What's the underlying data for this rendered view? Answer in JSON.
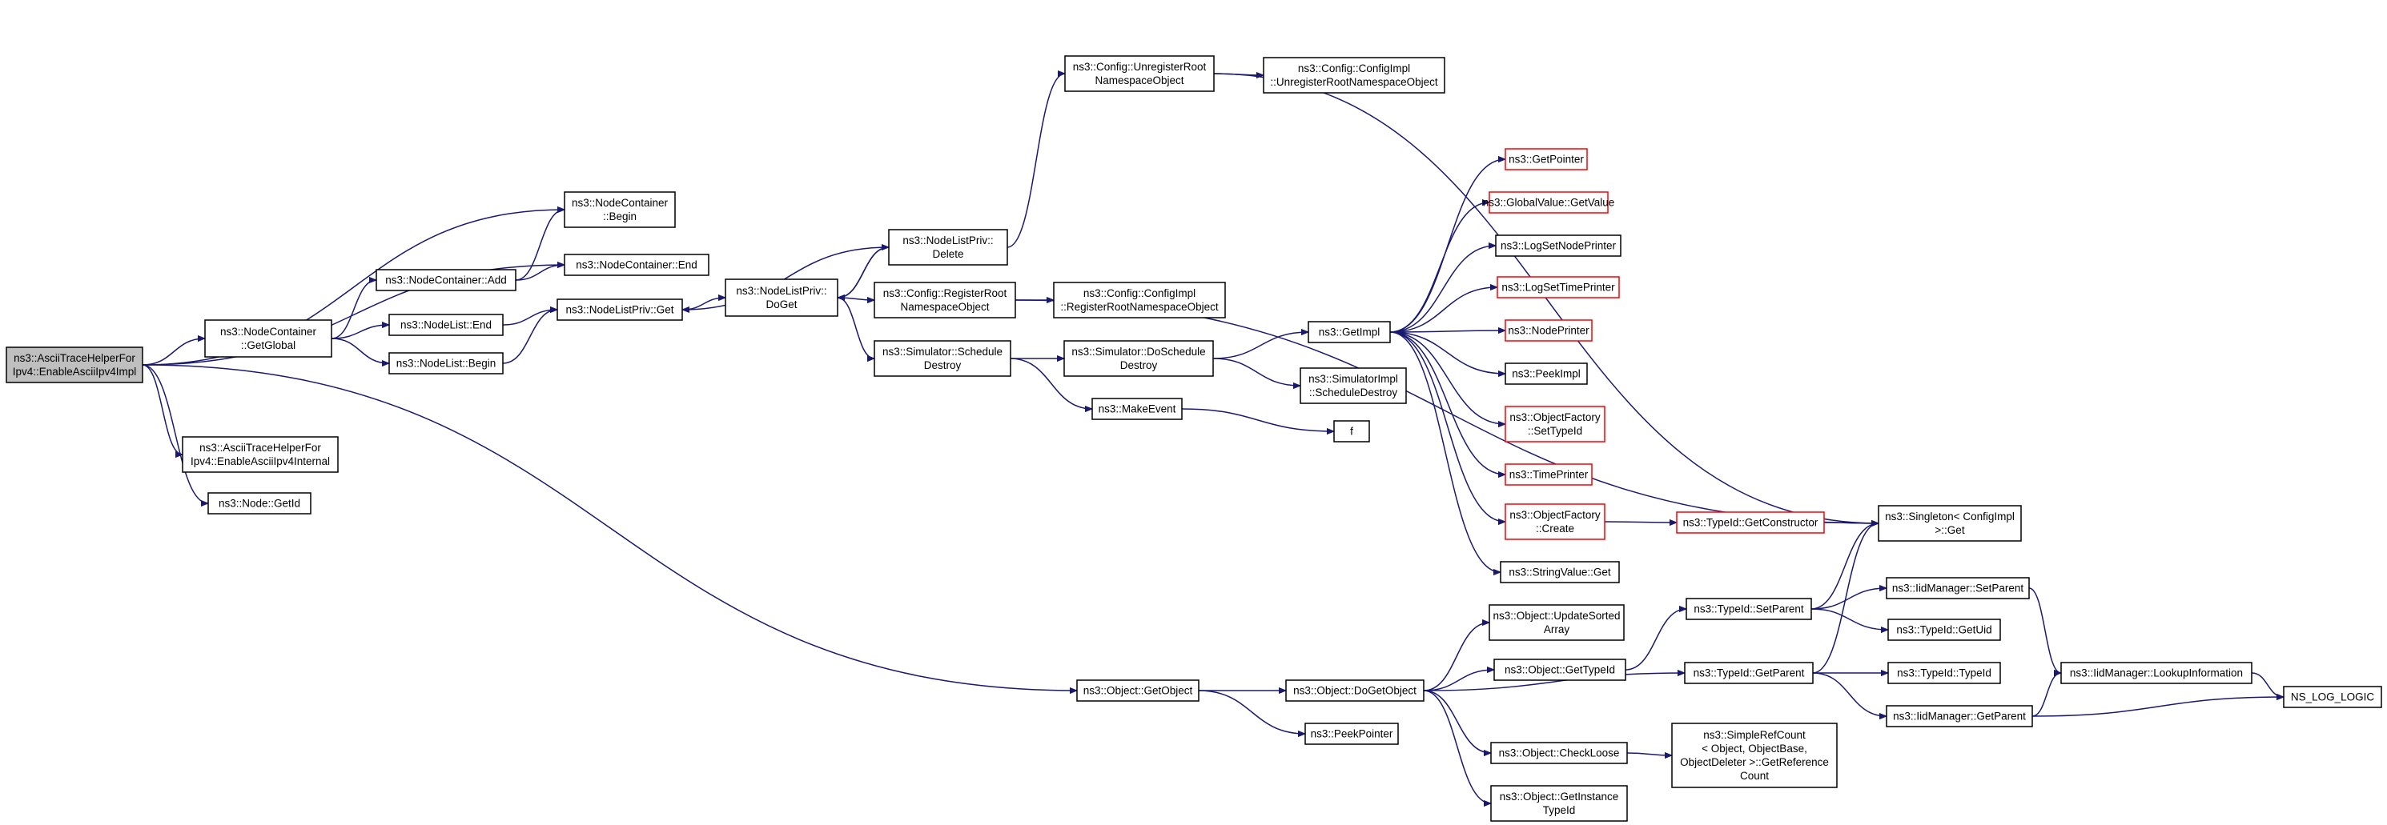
{
  "nodes": [
    {
      "id": "root",
      "lines": [
        "ns3::AsciiTraceHelperFor",
        "Ipv4::EnableAsciiIpv4Impl"
      ],
      "kind": "root"
    },
    {
      "id": "getGlobal",
      "lines": [
        "ns3::NodeContainer",
        "::GetGlobal"
      ]
    },
    {
      "id": "ncBegin",
      "lines": [
        "ns3::NodeContainer",
        "::Begin"
      ]
    },
    {
      "id": "ncEnd",
      "lines": [
        "ns3::NodeContainer::End"
      ]
    },
    {
      "id": "ncAdd",
      "lines": [
        "ns3::NodeContainer::Add"
      ]
    },
    {
      "id": "nlEnd",
      "lines": [
        "ns3::NodeList::End"
      ]
    },
    {
      "id": "nlBegin",
      "lines": [
        "ns3::NodeList::Begin"
      ]
    },
    {
      "id": "nlpGet",
      "lines": [
        "ns3::NodeListPriv::Get"
      ]
    },
    {
      "id": "nlpDoGet",
      "lines": [
        "ns3::NodeListPriv::",
        "DoGet"
      ]
    },
    {
      "id": "nlpDelete",
      "lines": [
        "ns3::NodeListPriv::",
        "Delete"
      ]
    },
    {
      "id": "cfgUnreg",
      "lines": [
        "ns3::Config::UnregisterRoot",
        "NamespaceObject"
      ]
    },
    {
      "id": "cfgImplUnreg",
      "lines": [
        "ns3::Config::ConfigImpl",
        "::UnregisterRootNamespaceObject"
      ]
    },
    {
      "id": "cfgReg",
      "lines": [
        "ns3::Config::RegisterRoot",
        "NamespaceObject"
      ]
    },
    {
      "id": "cfgImplReg",
      "lines": [
        "ns3::Config::ConfigImpl",
        "::RegisterRootNamespaceObject"
      ]
    },
    {
      "id": "simSched",
      "lines": [
        "ns3::Simulator::Schedule",
        "Destroy"
      ]
    },
    {
      "id": "simDoSched",
      "lines": [
        "ns3::Simulator::DoSchedule",
        "Destroy"
      ]
    },
    {
      "id": "makeEvent",
      "lines": [
        "ns3::MakeEvent"
      ]
    },
    {
      "id": "f",
      "lines": [
        "f"
      ]
    },
    {
      "id": "simImplSched",
      "lines": [
        "ns3::SimulatorImpl",
        "::ScheduleDestroy"
      ]
    },
    {
      "id": "getImpl",
      "lines": [
        "ns3::GetImpl"
      ]
    },
    {
      "id": "getPointer",
      "lines": [
        "ns3::GetPointer"
      ],
      "kind": "red"
    },
    {
      "id": "gvGetValue",
      "lines": [
        "ns3::GlobalValue::GetValue"
      ],
      "kind": "red"
    },
    {
      "id": "logSetNode",
      "lines": [
        "ns3::LogSetNodePrinter"
      ]
    },
    {
      "id": "logSetTime",
      "lines": [
        "ns3::LogSetTimePrinter"
      ],
      "kind": "red"
    },
    {
      "id": "nodePrinter",
      "lines": [
        "ns3::NodePrinter"
      ],
      "kind": "red"
    },
    {
      "id": "peekImpl",
      "lines": [
        "ns3::PeekImpl"
      ]
    },
    {
      "id": "ofSetTypeId",
      "lines": [
        "ns3::ObjectFactory",
        "::SetTypeId"
      ],
      "kind": "red"
    },
    {
      "id": "timePrinter",
      "lines": [
        "ns3::TimePrinter"
      ],
      "kind": "red"
    },
    {
      "id": "ofCreate",
      "lines": [
        "ns3::ObjectFactory",
        "::Create"
      ],
      "kind": "red"
    },
    {
      "id": "svGet",
      "lines": [
        "ns3::StringValue::Get"
      ]
    },
    {
      "id": "tidGetCtor",
      "lines": [
        "ns3::TypeId::GetConstructor"
      ],
      "kind": "red"
    },
    {
      "id": "singletonGet",
      "lines": [
        "ns3::Singleton< ConfigImpl",
        " >::Get"
      ]
    },
    {
      "id": "atEnableInternal",
      "lines": [
        "ns3::AsciiTraceHelperFor",
        "Ipv4::EnableAsciiIpv4Internal"
      ]
    },
    {
      "id": "nodeGetId",
      "lines": [
        "ns3::Node::GetId"
      ]
    },
    {
      "id": "objGetObject",
      "lines": [
        "ns3::Object::GetObject"
      ]
    },
    {
      "id": "objDoGetObject",
      "lines": [
        "ns3::Object::DoGetObject"
      ]
    },
    {
      "id": "peekPointer",
      "lines": [
        "ns3::PeekPointer"
      ]
    },
    {
      "id": "objUpdSorted",
      "lines": [
        "ns3::Object::UpdateSorted",
        "Array"
      ]
    },
    {
      "id": "objGetTypeId",
      "lines": [
        "ns3::Object::GetTypeId"
      ]
    },
    {
      "id": "objCheckLoose",
      "lines": [
        "ns3::Object::CheckLoose"
      ]
    },
    {
      "id": "objGetInstTid",
      "lines": [
        "ns3::Object::GetInstance",
        "TypeId"
      ]
    },
    {
      "id": "tidSetParent",
      "lines": [
        "ns3::TypeId::SetParent"
      ]
    },
    {
      "id": "tidGetParent",
      "lines": [
        "ns3::TypeId::GetParent"
      ]
    },
    {
      "id": "simpleRef",
      "lines": [
        "ns3::SimpleRefCount",
        "< Object, ObjectBase,",
        " ObjectDeleter >::GetReference",
        "Count"
      ]
    },
    {
      "id": "iidSetParent",
      "lines": [
        "ns3::IidManager::SetParent"
      ]
    },
    {
      "id": "tidGetUid",
      "lines": [
        "ns3::TypeId::GetUid"
      ]
    },
    {
      "id": "tidTypeId",
      "lines": [
        "ns3::TypeId::TypeId"
      ]
    },
    {
      "id": "iidGetParent",
      "lines": [
        "ns3::IidManager::GetParent"
      ]
    },
    {
      "id": "iidLookup",
      "lines": [
        "ns3::IidManager::LookupInformation"
      ]
    },
    {
      "id": "nsLogLogic",
      "lines": [
        "NS_LOG_LOGIC"
      ]
    }
  ],
  "edges": [
    [
      "root",
      "ncBegin"
    ],
    [
      "root",
      "ncEnd"
    ],
    [
      "root",
      "getGlobal"
    ],
    [
      "root",
      "atEnableInternal"
    ],
    [
      "root",
      "nodeGetId"
    ],
    [
      "root",
      "objGetObject"
    ],
    [
      "getGlobal",
      "ncAdd"
    ],
    [
      "getGlobal",
      "nlEnd"
    ],
    [
      "getGlobal",
      "nlBegin"
    ],
    [
      "ncAdd",
      "ncBegin"
    ],
    [
      "ncAdd",
      "ncEnd"
    ],
    [
      "nlEnd",
      "nlpGet"
    ],
    [
      "nlBegin",
      "nlpGet"
    ],
    [
      "nlpGet",
      "nlpDoGet"
    ],
    [
      "nlpDoGet",
      "nlpDelete"
    ],
    [
      "nlpDoGet",
      "cfgReg"
    ],
    [
      "nlpDoGet",
      "simSched"
    ],
    [
      "nlpDelete",
      "nlpGet"
    ],
    [
      "nlpDelete",
      "nlpDoGet"
    ],
    [
      "nlpDelete",
      "cfgUnreg"
    ],
    [
      "cfgUnreg",
      "cfgImplUnreg"
    ],
    [
      "cfgUnreg",
      "singletonGet"
    ],
    [
      "cfgReg",
      "cfgImplReg"
    ],
    [
      "cfgReg",
      "singletonGet"
    ],
    [
      "simSched",
      "simDoSched"
    ],
    [
      "simSched",
      "makeEvent"
    ],
    [
      "makeEvent",
      "f"
    ],
    [
      "simDoSched",
      "getImpl"
    ],
    [
      "simDoSched",
      "simImplSched"
    ],
    [
      "getImpl",
      "getPointer"
    ],
    [
      "getImpl",
      "gvGetValue"
    ],
    [
      "getImpl",
      "logSetNode"
    ],
    [
      "getImpl",
      "logSetTime"
    ],
    [
      "getImpl",
      "nodePrinter"
    ],
    [
      "getImpl",
      "peekImpl"
    ],
    [
      "getImpl",
      "ofSetTypeId"
    ],
    [
      "getImpl",
      "timePrinter"
    ],
    [
      "getImpl",
      "ofCreate"
    ],
    [
      "getImpl",
      "svGet"
    ],
    [
      "ofCreate",
      "tidGetCtor"
    ],
    [
      "tidGetCtor",
      "singletonGet"
    ],
    [
      "objGetObject",
      "objDoGetObject"
    ],
    [
      "objGetObject",
      "peekPointer"
    ],
    [
      "objDoGetObject",
      "objUpdSorted"
    ],
    [
      "objDoGetObject",
      "objGetTypeId"
    ],
    [
      "objDoGetObject",
      "tidGetParent"
    ],
    [
      "objDoGetObject",
      "objCheckLoose"
    ],
    [
      "objDoGetObject",
      "objGetInstTid"
    ],
    [
      "objGetTypeId",
      "tidSetParent"
    ],
    [
      "objCheckLoose",
      "simpleRef"
    ],
    [
      "tidSetParent",
      "singletonGet"
    ],
    [
      "tidSetParent",
      "iidSetParent"
    ],
    [
      "tidSetParent",
      "tidGetUid"
    ],
    [
      "tidGetParent",
      "singletonGet"
    ],
    [
      "tidGetParent",
      "tidTypeId"
    ],
    [
      "tidGetParent",
      "iidGetParent"
    ],
    [
      "iidSetParent",
      "iidLookup"
    ],
    [
      "iidGetParent",
      "iidLookup"
    ],
    [
      "iidGetParent",
      "nsLogLogic"
    ],
    [
      "iidLookup",
      "nsLogLogic"
    ]
  ]
}
